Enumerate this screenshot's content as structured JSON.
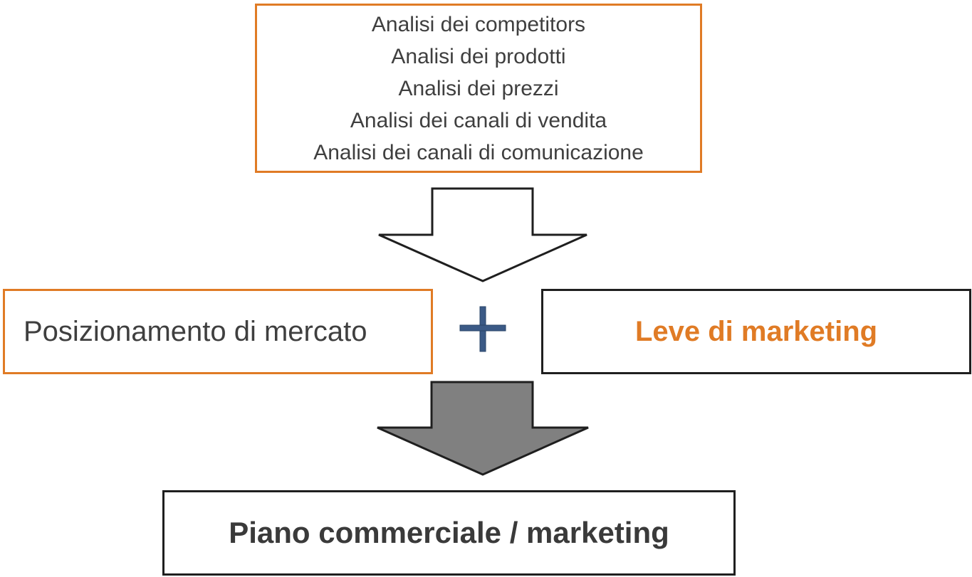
{
  "analysis": {
    "lines": [
      "Analisi dei competitors",
      "Analisi dei prodotti",
      "Analisi dei prezzi",
      "Analisi dei canali di vendita",
      "Analisi dei canali di comunicazione"
    ]
  },
  "positioning": {
    "label": "Posizionamento di mercato"
  },
  "levers": {
    "label": "Leve di marketing"
  },
  "plan": {
    "label": "Piano commerciale / marketing"
  },
  "colors": {
    "accent_orange": "#e07b25",
    "border_dark": "#1f1f1f",
    "plus_blue": "#3b5a86",
    "arrow_gray": "#808080"
  }
}
